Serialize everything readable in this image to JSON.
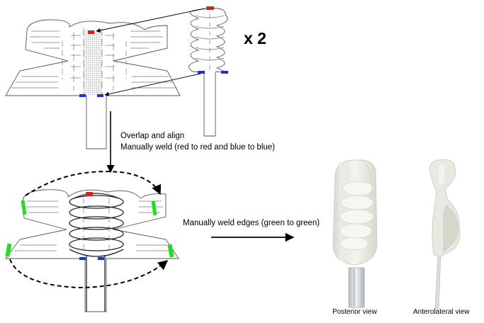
{
  "labels": {
    "multiplier": "x 2",
    "step1_line1": "Overlap and align",
    "step1_line2": "Manually weld (red to red and blue to blue)",
    "step2": "Manually weld edges (green to green)",
    "posterior_view": "Posterior view",
    "anterolateral_view": "Anterolateral view"
  },
  "colors": {
    "red_marker": "#e8191c",
    "blue_marker": "#1a2fd6",
    "green_marker": "#22dd22"
  }
}
